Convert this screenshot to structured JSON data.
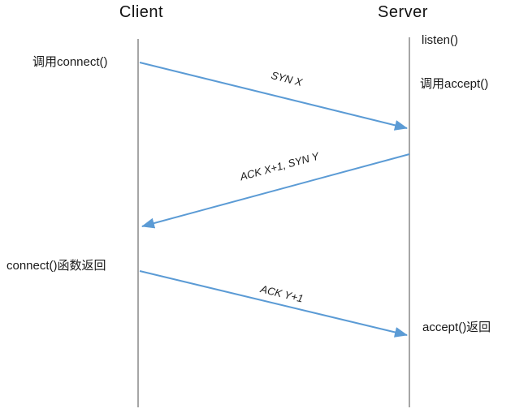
{
  "diagram": {
    "type": "sequence-diagram",
    "topic": "TCP three-way handshake between client and server sockets"
  },
  "actors": [
    {
      "name": "Client"
    },
    {
      "name": "Server"
    }
  ],
  "messages": [
    {
      "label": "SYN X",
      "from": "Client",
      "to": "Server"
    },
    {
      "label": "ACK X+1, SYN Y",
      "from": "Server",
      "to": "Client"
    },
    {
      "label": "ACK Y+1",
      "from": "Client",
      "to": "Server"
    }
  ],
  "annotations": {
    "client_call_connect": "调用connect()",
    "server_listen": "listen()",
    "server_call_accept": "调用accept()",
    "client_connect_return": "connect()函数返回",
    "server_accept_return": "accept()返回"
  },
  "colors": {
    "arrow": "#5b9bd5",
    "lifeline": "#a6a6a6",
    "text": "#1a1a1a"
  }
}
